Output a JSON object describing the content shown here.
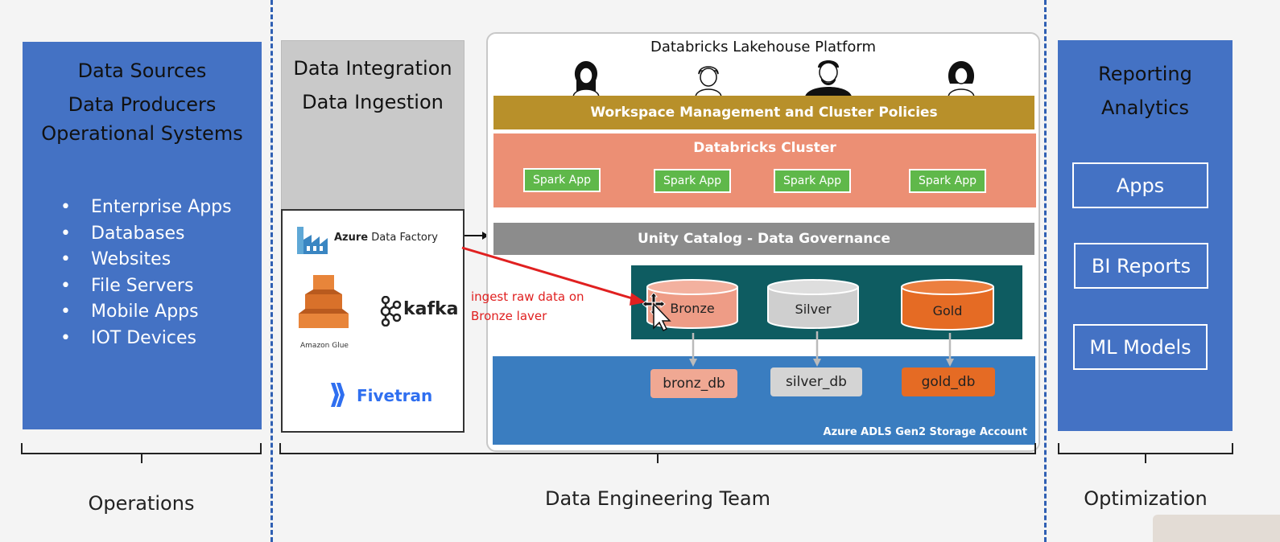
{
  "colors": {
    "panel_blue": "#4472c4",
    "gold_bar": "#b8902a",
    "cluster": "#ec8f74",
    "unity": "#8c8c8c",
    "storage": "#3a7dc0",
    "medallion_bg": "#0e5c61",
    "spark": "#5fb84a",
    "arrow_red": "#e02020"
  },
  "sources": {
    "title_lines": [
      "Data Sources",
      "Data Producers",
      "Operational Systems"
    ],
    "items": [
      "Enterprise Apps",
      "Databases",
      "Websites",
      "File Servers",
      "Mobile Apps",
      "IOT Devices"
    ]
  },
  "integration": {
    "title_lines": [
      "Data Integration",
      "Data Ingestion"
    ],
    "tools": {
      "adf_bold": "Azure",
      "adf_rest": "Data Factory",
      "glue": "Amazon Glue",
      "kafka": "kafka",
      "fivetran": "Fivetran"
    }
  },
  "lakehouse": {
    "title": "Databricks Lakehouse Platform",
    "workspace": "Workspace Management and Cluster Policies",
    "cluster": "Databricks Cluster",
    "spark_apps": [
      "Spark App",
      "Spark App",
      "Spark App",
      "Spark App"
    ],
    "unity": "Unity Catalog - Data Governance",
    "layers": [
      "Bronze",
      "Silver",
      "Gold"
    ],
    "dbs": [
      "bronz_db",
      "silver_db",
      "gold_db"
    ],
    "storage": "Azure ADLS Gen2 Storage Account"
  },
  "annotation": [
    "ingest raw data on",
    "Bronze laver"
  ],
  "reporting": {
    "title_lines": [
      "Reporting",
      "Analytics"
    ],
    "items": [
      "Apps",
      "BI Reports",
      "ML Models"
    ]
  },
  "bottom": {
    "operations": "Operations",
    "engineering": "Data Engineering Team",
    "optimization": "Optimization"
  }
}
